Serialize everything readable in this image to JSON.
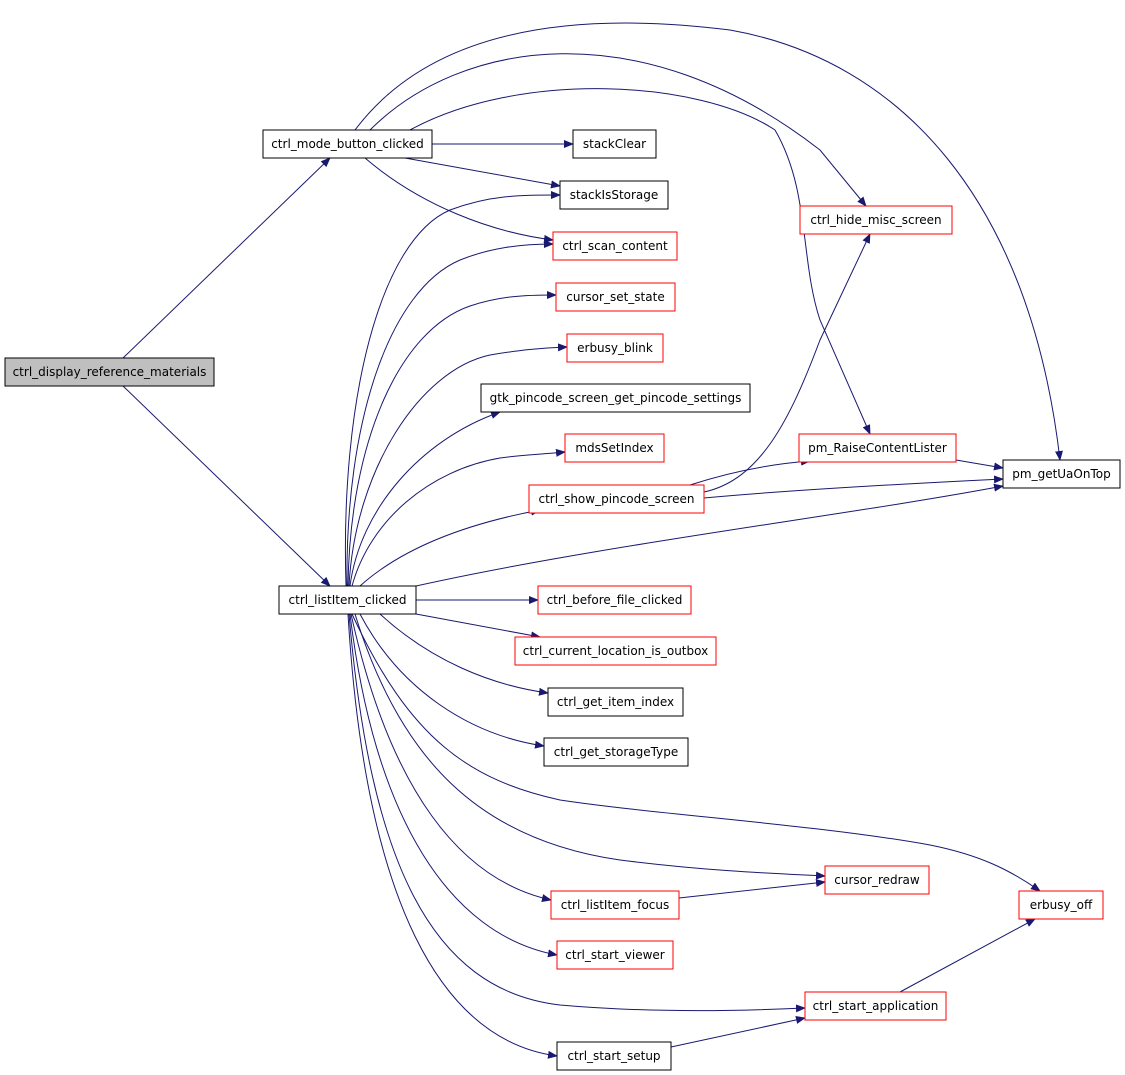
{
  "colors": {
    "edge": "#191970",
    "root_fill": "#bfbfbf",
    "normal_border": "#000000",
    "linked_border": "#ff0000",
    "node_fill": "#ffffff"
  },
  "nodes": [
    {
      "id": "ctrl_display_reference_materials",
      "label": "ctrl_display_reference_materials",
      "style": "root"
    },
    {
      "id": "ctrl_mode_button_clicked",
      "label": "ctrl_mode_button_clicked",
      "style": "normal"
    },
    {
      "id": "ctrl_listItem_clicked",
      "label": "ctrl_listItem_clicked",
      "style": "normal"
    },
    {
      "id": "stackClear",
      "label": "stackClear",
      "style": "normal"
    },
    {
      "id": "stackIsStorage",
      "label": "stackIsStorage",
      "style": "normal"
    },
    {
      "id": "ctrl_scan_content",
      "label": "ctrl_scan_content",
      "style": "red"
    },
    {
      "id": "cursor_set_state",
      "label": "cursor_set_state",
      "style": "red"
    },
    {
      "id": "erbusy_blink",
      "label": "erbusy_blink",
      "style": "red"
    },
    {
      "id": "gtk_pincode_screen_get_pincode_settings",
      "label": "gtk_pincode_screen_get_pincode_settings",
      "style": "normal"
    },
    {
      "id": "mdsSetIndex",
      "label": "mdsSetIndex",
      "style": "red"
    },
    {
      "id": "ctrl_show_pincode_screen",
      "label": "ctrl_show_pincode_screen",
      "style": "red"
    },
    {
      "id": "ctrl_hide_misc_screen",
      "label": "ctrl_hide_misc_screen",
      "style": "red"
    },
    {
      "id": "pm_RaiseContentLister",
      "label": "pm_RaiseContentLister",
      "style": "red"
    },
    {
      "id": "pm_getUaOnTop",
      "label": "pm_getUaOnTop",
      "style": "normal"
    },
    {
      "id": "ctrl_before_file_clicked",
      "label": "ctrl_before_file_clicked",
      "style": "red"
    },
    {
      "id": "ctrl_current_location_is_outbox",
      "label": "ctrl_current_location_is_outbox",
      "style": "red"
    },
    {
      "id": "ctrl_get_item_index",
      "label": "ctrl_get_item_index",
      "style": "normal"
    },
    {
      "id": "ctrl_get_storageType",
      "label": "ctrl_get_storageType",
      "style": "normal"
    },
    {
      "id": "cursor_redraw",
      "label": "cursor_redraw",
      "style": "red"
    },
    {
      "id": "erbusy_off",
      "label": "erbusy_off",
      "style": "red"
    },
    {
      "id": "ctrl_listItem_focus",
      "label": "ctrl_listItem_focus",
      "style": "red"
    },
    {
      "id": "ctrl_start_viewer",
      "label": "ctrl_start_viewer",
      "style": "red"
    },
    {
      "id": "ctrl_start_application",
      "label": "ctrl_start_application",
      "style": "red"
    },
    {
      "id": "ctrl_start_setup",
      "label": "ctrl_start_setup",
      "style": "normal"
    }
  ],
  "edges": [
    [
      "ctrl_display_reference_materials",
      "ctrl_mode_button_clicked"
    ],
    [
      "ctrl_display_reference_materials",
      "ctrl_listItem_clicked"
    ],
    [
      "ctrl_mode_button_clicked",
      "stackClear"
    ],
    [
      "ctrl_mode_button_clicked",
      "stackIsStorage"
    ],
    [
      "ctrl_mode_button_clicked",
      "ctrl_scan_content"
    ],
    [
      "ctrl_mode_button_clicked",
      "ctrl_hide_misc_screen"
    ],
    [
      "ctrl_mode_button_clicked",
      "pm_RaiseContentLister"
    ],
    [
      "ctrl_mode_button_clicked",
      "pm_getUaOnTop"
    ],
    [
      "ctrl_listItem_clicked",
      "stackIsStorage"
    ],
    [
      "ctrl_listItem_clicked",
      "ctrl_scan_content"
    ],
    [
      "ctrl_listItem_clicked",
      "cursor_set_state"
    ],
    [
      "ctrl_listItem_clicked",
      "erbusy_blink"
    ],
    [
      "ctrl_listItem_clicked",
      "gtk_pincode_screen_get_pincode_settings"
    ],
    [
      "ctrl_listItem_clicked",
      "mdsSetIndex"
    ],
    [
      "ctrl_listItem_clicked",
      "ctrl_show_pincode_screen"
    ],
    [
      "ctrl_listItem_clicked",
      "pm_getUaOnTop"
    ],
    [
      "ctrl_listItem_clicked",
      "ctrl_before_file_clicked"
    ],
    [
      "ctrl_listItem_clicked",
      "ctrl_current_location_is_outbox"
    ],
    [
      "ctrl_listItem_clicked",
      "ctrl_get_item_index"
    ],
    [
      "ctrl_listItem_clicked",
      "ctrl_get_storageType"
    ],
    [
      "ctrl_listItem_clicked",
      "cursor_redraw"
    ],
    [
      "ctrl_listItem_clicked",
      "erbusy_off"
    ],
    [
      "ctrl_listItem_clicked",
      "ctrl_listItem_focus"
    ],
    [
      "ctrl_listItem_clicked",
      "ctrl_start_viewer"
    ],
    [
      "ctrl_listItem_clicked",
      "ctrl_start_application"
    ],
    [
      "ctrl_listItem_clicked",
      "ctrl_start_setup"
    ],
    [
      "ctrl_show_pincode_screen",
      "ctrl_hide_misc_screen"
    ],
    [
      "ctrl_show_pincode_screen",
      "pm_RaiseContentLister"
    ],
    [
      "ctrl_show_pincode_screen",
      "pm_getUaOnTop"
    ],
    [
      "pm_RaiseContentLister",
      "pm_getUaOnTop"
    ],
    [
      "ctrl_listItem_focus",
      "cursor_redraw"
    ],
    [
      "ctrl_start_application",
      "erbusy_off"
    ],
    [
      "ctrl_start_setup",
      "ctrl_start_application"
    ]
  ]
}
